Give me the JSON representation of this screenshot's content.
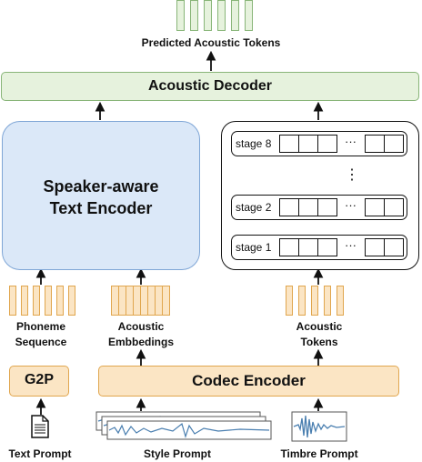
{
  "diagram": {
    "output_label": "Predicted Acoustic Tokens",
    "acoustic_decoder": "Acoustic Decoder",
    "text_encoder": "Speaker-aware Text Encoder",
    "stages": [
      "stage 8",
      "stage 2",
      "stage 1"
    ],
    "stage_ellipsis": "···",
    "vertical_ellipsis": "⋮",
    "input_labels": {
      "phoneme": "Phoneme Sequence",
      "acoustic_embeddings": "Acoustic Embbedings",
      "acoustic_tokens": "Acoustic Tokens"
    },
    "g2p": "G2P",
    "codec_encoder": "Codec Encoder",
    "prompts": {
      "text": "Text Prompt",
      "style": "Style Prompt",
      "timbre": "Timbre Prompt"
    },
    "colors": {
      "green_fill": "#e6f2dd",
      "green_border": "#88b578",
      "blue_fill": "#dbe8f8",
      "blue_border": "#7fa6d6",
      "orange_fill": "#fbe5c4",
      "orange_border": "#e0a64e"
    }
  }
}
